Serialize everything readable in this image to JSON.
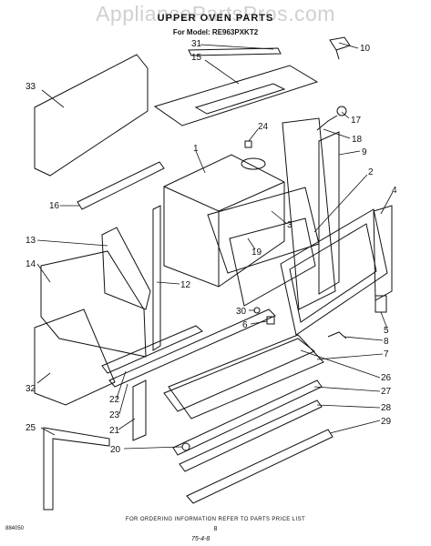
{
  "watermark": "AppliancePartsPros.com",
  "title": "UPPER OVEN PARTS",
  "model": "For Model: RE963PXKT2",
  "footer": "FOR ORDERING INFORMATION REFER TO PARTS PRICE LIST",
  "page_number": "8",
  "code": "75-4-8",
  "doc_id": "884050",
  "parts": [
    {
      "num": "31"
    },
    {
      "num": "10"
    },
    {
      "num": "15"
    },
    {
      "num": "33"
    },
    {
      "num": "24"
    },
    {
      "num": "17"
    },
    {
      "num": "18"
    },
    {
      "num": "1"
    },
    {
      "num": "9"
    },
    {
      "num": "2"
    },
    {
      "num": "4"
    },
    {
      "num": "16"
    },
    {
      "num": "3"
    },
    {
      "num": "13"
    },
    {
      "num": "19"
    },
    {
      "num": "14"
    },
    {
      "num": "12"
    },
    {
      "num": "30"
    },
    {
      "num": "6"
    },
    {
      "num": "5"
    },
    {
      "num": "8"
    },
    {
      "num": "7"
    },
    {
      "num": "32"
    },
    {
      "num": "22"
    },
    {
      "num": "23"
    },
    {
      "num": "26"
    },
    {
      "num": "27"
    },
    {
      "num": "21"
    },
    {
      "num": "28"
    },
    {
      "num": "25"
    },
    {
      "num": "29"
    },
    {
      "num": "20"
    }
  ]
}
